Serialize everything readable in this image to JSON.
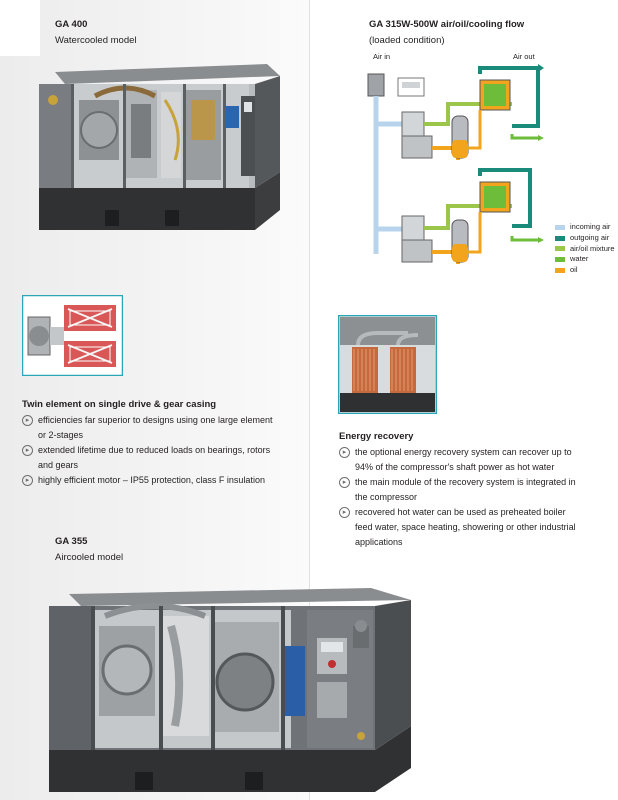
{
  "ga400": {
    "title": "GA 400",
    "subtitle": "Watercooled model"
  },
  "flow": {
    "title": "GA 315W-500W air/oil/cooling flow",
    "subtitle": "(loaded condition)",
    "air_in": "Air in",
    "air_out": "Air out",
    "legend": [
      {
        "label": "incoming air",
        "color": "#b8d4ec"
      },
      {
        "label": "outgoing air",
        "color": "#1a8a7a"
      },
      {
        "label": "air/oil mixture",
        "color": "#9cc64a"
      },
      {
        "label": "water",
        "color": "#6ebd3a"
      },
      {
        "label": "oil",
        "color": "#f2a51c"
      }
    ]
  },
  "twin": {
    "title": "Twin element on single drive & gear casing",
    "bullets": [
      "efficiencies far superior to designs using one large element or 2-stages",
      "extended lifetime due to reduced loads on bearings, rotors and gears",
      "highly efficient motor – IP55 protection, class F insulation"
    ]
  },
  "energy": {
    "title": "Energy recovery",
    "bullets": [
      "the optional energy recovery system can recover up to 94% of the compressor's shaft power as hot water",
      "the main module of the recovery system is integrated in the compressor",
      "recovered hot water can be used as preheated boiler feed water, space heating, showering or other industrial applications"
    ]
  },
  "ga355": {
    "title": "GA 355",
    "subtitle": "Aircooled model"
  },
  "colors": {
    "accent_frame": "#2aa6b5",
    "machine_grey": "#6b6e71",
    "machine_dark": "#3a3c3e"
  }
}
